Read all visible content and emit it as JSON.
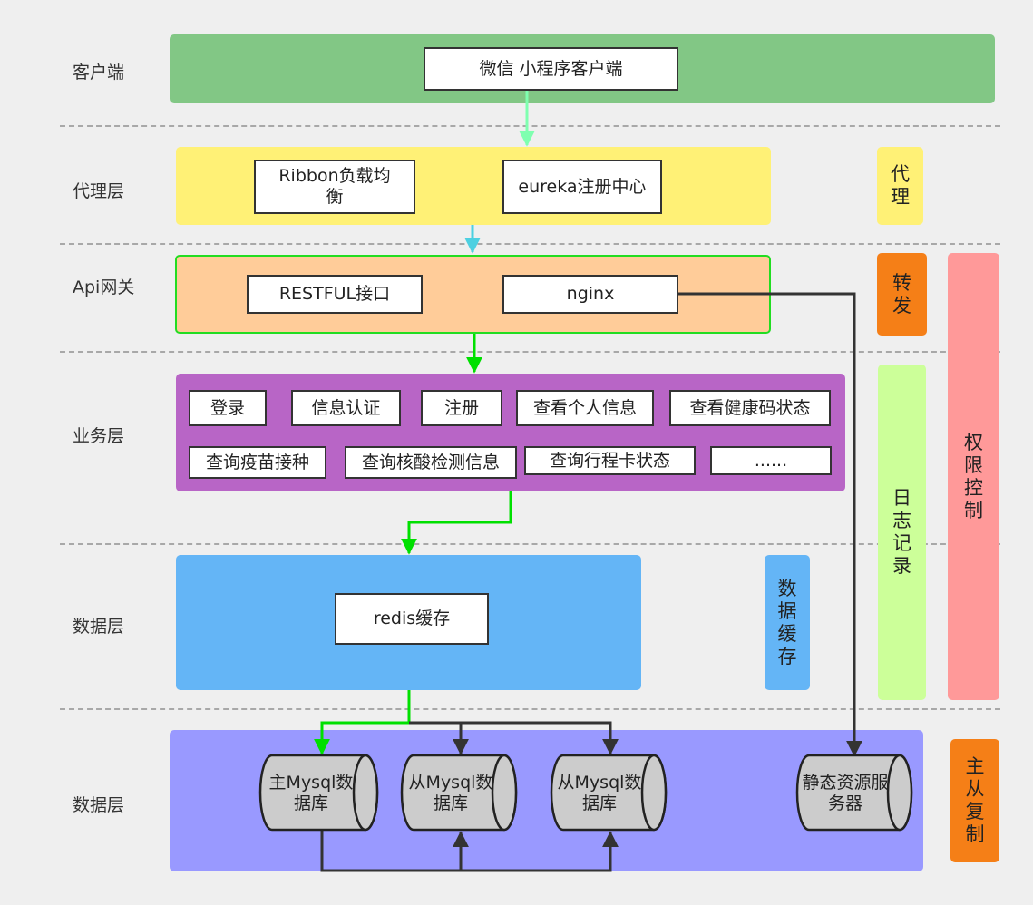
{
  "layers": {
    "client": "客户端",
    "proxy": "代理层",
    "gateway": "Api网关",
    "business": "业务层",
    "data1": "数据层",
    "data2": "数据层"
  },
  "client": {
    "box": "微信 小程序客户端"
  },
  "proxy": {
    "ribbon": "Ribbon负载均衡",
    "eureka": "eureka注册中心",
    "side": "代理"
  },
  "gateway": {
    "restful": "RESTFUL接口",
    "nginx": "nginx",
    "side": "转发"
  },
  "business": {
    "items": [
      "登录",
      "信息认证",
      "注册",
      "查看个人信息",
      "查看健康码状态",
      "查询疫苗接种",
      "查询核酸检测信息",
      "查询行程卡状态",
      "......"
    ]
  },
  "data": {
    "redis": "redis缓存",
    "cache_side": "数据缓存",
    "log_side": "日志记录",
    "auth_side": "权限控制",
    "replication_side": "主从复制",
    "master_db": "主Mysql数据库",
    "slave_db1": "从Mysql数据库",
    "slave_db2": "从Mysql数据库",
    "static_server": "静态资源服务器"
  },
  "colors": {
    "client": "#82c785",
    "proxy": "#fff176",
    "gateway": "#ffcc99",
    "business": "#b865c6",
    "redis_panel": "#64b5f6",
    "db_panel": "#9999ff",
    "orange": "#f57f17",
    "log": "#ccff99",
    "auth": "#ff9999",
    "green_arrow": "#00e000"
  }
}
